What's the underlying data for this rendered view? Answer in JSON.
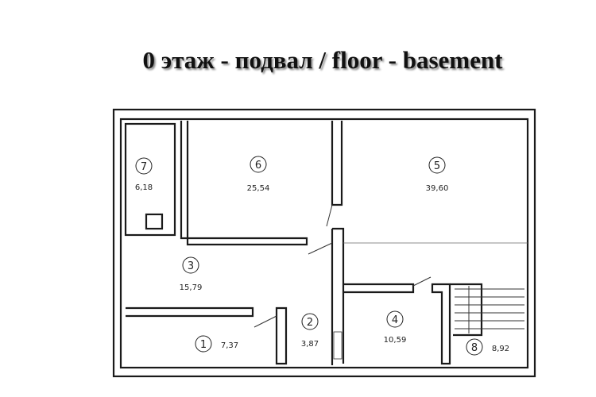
{
  "title": "0 этаж - подвал / floor - basement",
  "rooms": [
    {
      "id": "1",
      "area": "7,37"
    },
    {
      "id": "2",
      "area": "3,87"
    },
    {
      "id": "3",
      "area": "15,79"
    },
    {
      "id": "4",
      "area": "10,59"
    },
    {
      "id": "5",
      "area": "39,60"
    },
    {
      "id": "6",
      "area": "25,54"
    },
    {
      "id": "7",
      "area": "6,18"
    },
    {
      "id": "8",
      "area": "8,92"
    }
  ]
}
